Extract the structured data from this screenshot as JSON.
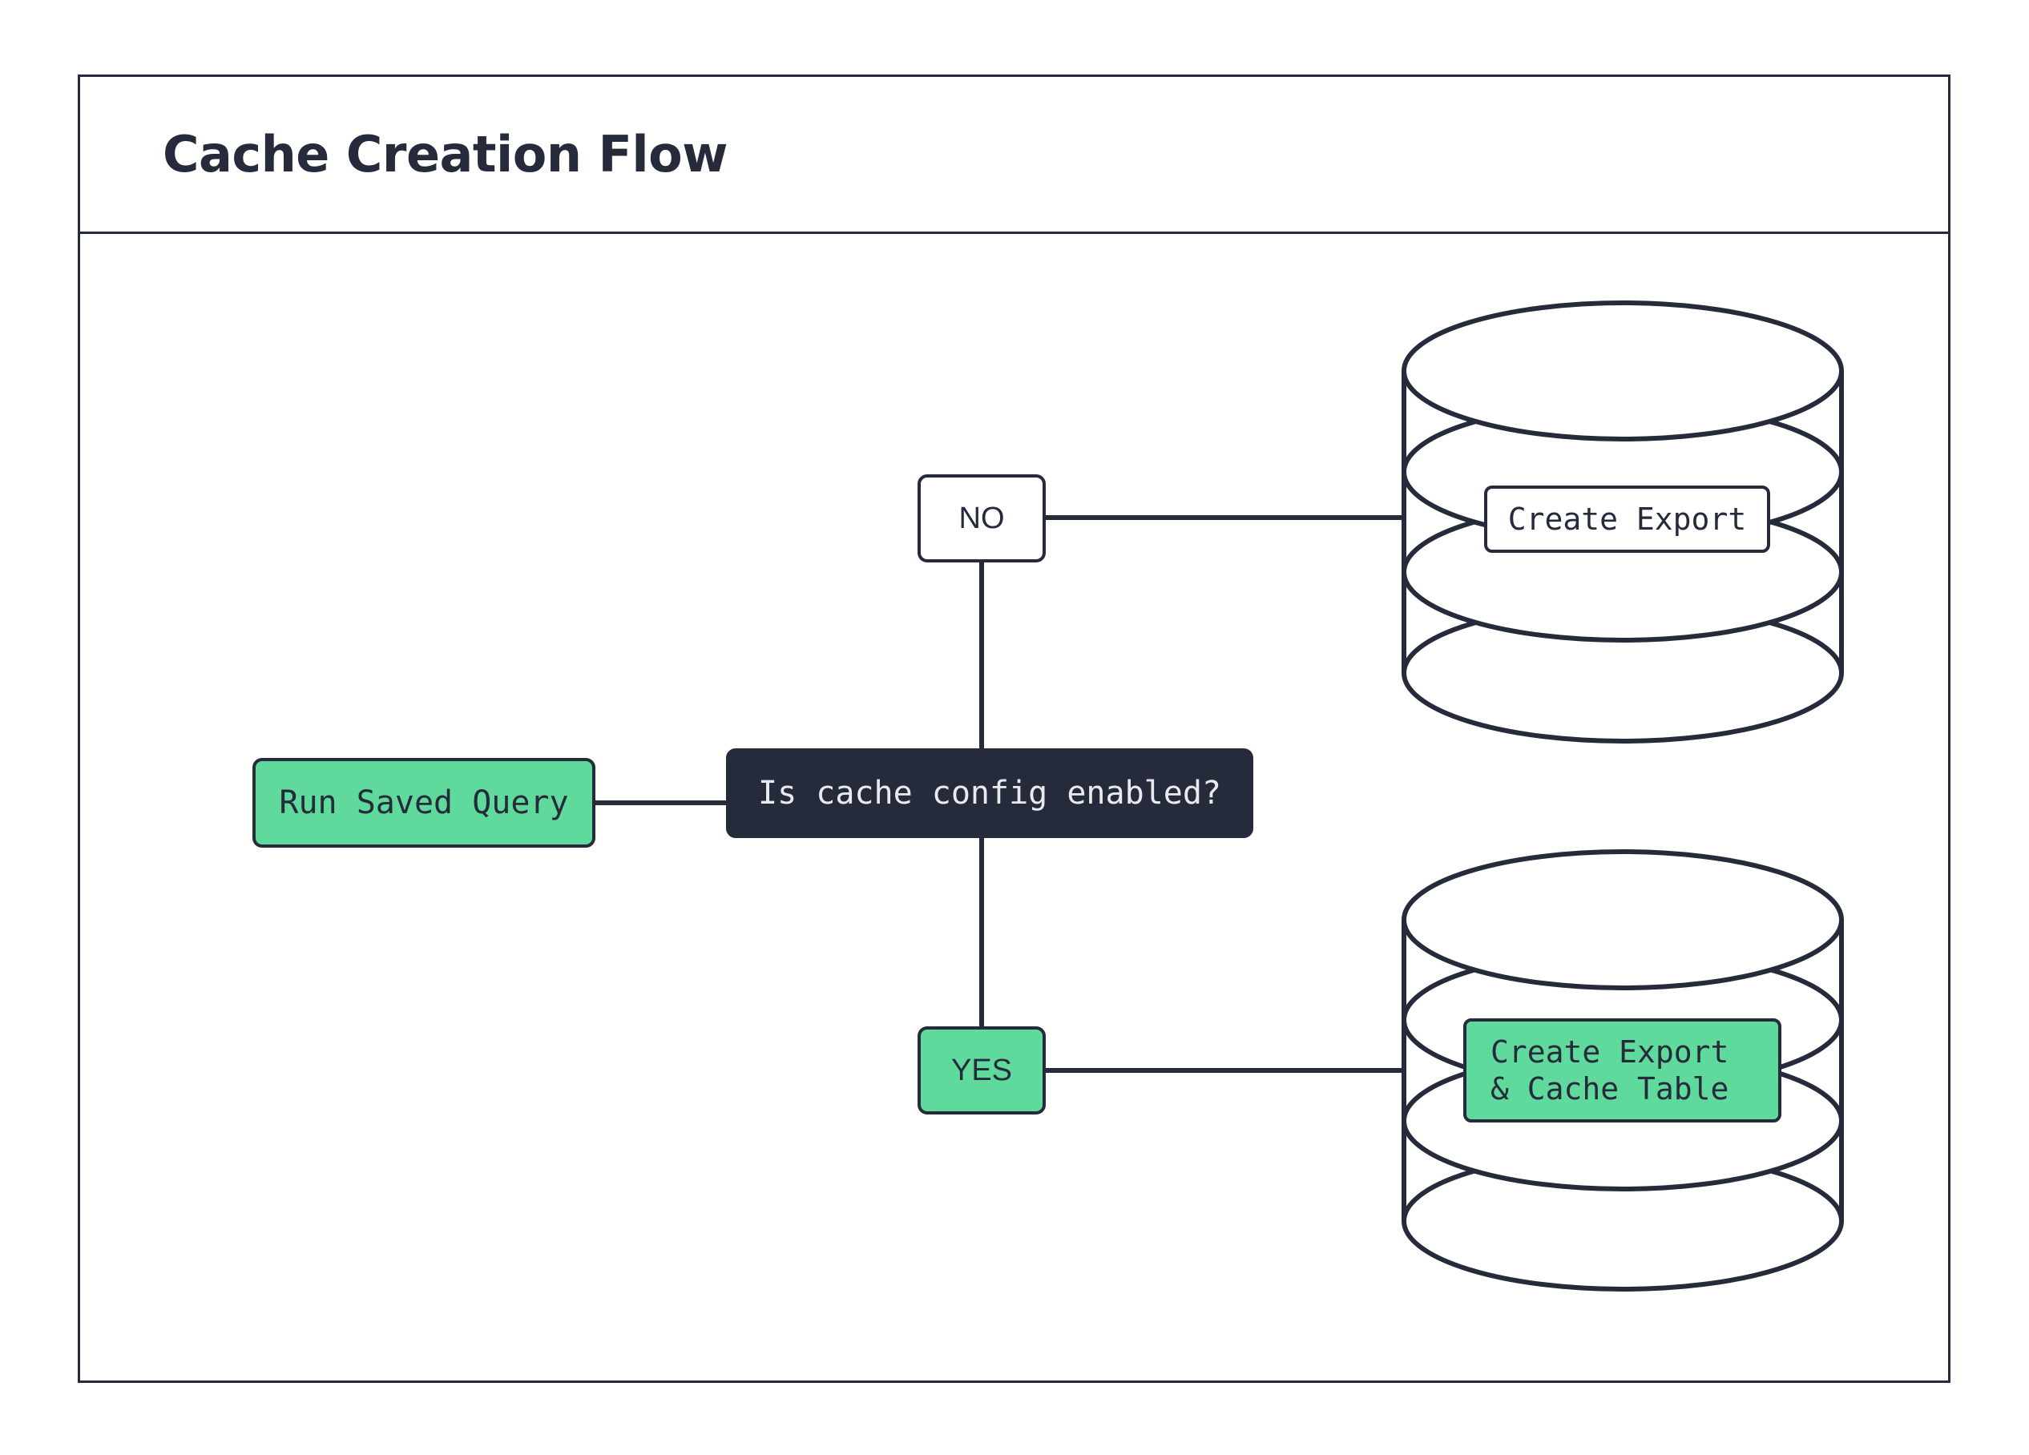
{
  "frame": {
    "title": "Cache Creation Flow"
  },
  "colors": {
    "ink": "#252b3b",
    "green": "#5fd99c",
    "white": "#ffffff",
    "light_text": "#e8eaed"
  },
  "nodes": [
    {
      "id": "run-saved-query",
      "label": "Run Saved Query",
      "shape": "rounded-rect",
      "fill": "green"
    },
    {
      "id": "decision",
      "label": "Is cache config enabled?",
      "shape": "rounded-rect",
      "fill": "dark"
    },
    {
      "id": "label-no",
      "label": "NO",
      "shape": "rounded-rect",
      "fill": "white"
    },
    {
      "id": "label-yes",
      "label": "YES",
      "shape": "rounded-rect",
      "fill": "green"
    },
    {
      "id": "create-export",
      "label": "Create Export",
      "shape": "rounded-rect-on-cylinder",
      "fill": "white"
    },
    {
      "id": "create-export-cache",
      "label_line1": "Create Export",
      "label_line2": "& Cache Table",
      "shape": "rounded-rect-on-cylinder",
      "fill": "green"
    }
  ],
  "cylinders": [
    {
      "id": "database-top",
      "discs": 4,
      "contains": "create-export"
    },
    {
      "id": "database-bottom",
      "discs": 4,
      "contains": "create-export-cache"
    }
  ],
  "edges": [
    {
      "from": "run-saved-query",
      "to": "decision",
      "label": ""
    },
    {
      "from": "decision",
      "to": "label-no",
      "label": "NO"
    },
    {
      "from": "decision",
      "to": "label-yes",
      "label": "YES"
    },
    {
      "from": "label-no",
      "to": "database-top",
      "label": ""
    },
    {
      "from": "label-yes",
      "to": "database-bottom",
      "label": ""
    }
  ]
}
